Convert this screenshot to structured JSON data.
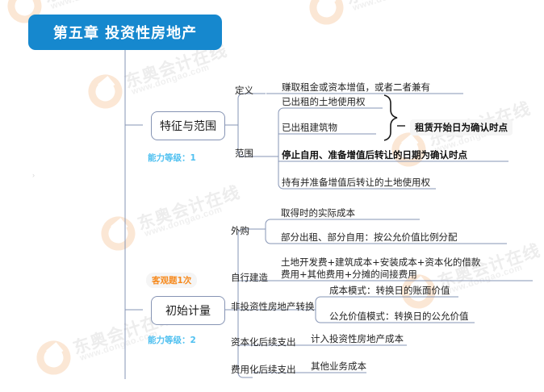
{
  "title": {
    "text": "第五章   投资性房地产",
    "color": "#1688CE"
  },
  "watermark": {
    "cn": "东奥会计在线",
    "en": "www.dongao.com"
  },
  "branches": [
    {
      "name": "特征与范围",
      "badge": {
        "text": "能力等级：1",
        "kind": "level",
        "color": "#4FC0F0"
      },
      "groups": [
        {
          "label": "定义",
          "leaves": [
            {
              "text": "赚取租金或资本增值，或者二者兼有",
              "bold": false
            }
          ]
        },
        {
          "label": "范围",
          "leaves": [
            {
              "text": "已出租的土地使用权",
              "bold": false
            },
            {
              "text": "已出租建筑物",
              "bold": false
            },
            {
              "text": "停止自用、准备增值后转让的日期为确认时点",
              "bold": true
            },
            {
              "text": "持有并准备增值后转让的土地使用权",
              "bold": false
            }
          ],
          "brace_note": "租赁开始日为确认时点"
        }
      ]
    },
    {
      "name": "初始计量",
      "badge": {
        "text": "能力等级：2",
        "kind": "level",
        "color": "#4FC0F0"
      },
      "extra_badge": {
        "text": "客观题1次",
        "kind": "objective",
        "color": "#F68A1E"
      },
      "groups": [
        {
          "label": "外购",
          "leaves": [
            {
              "text": "取得时的实际成本",
              "bold": false
            },
            {
              "text": "部分出租、部分自用：按公允价值比例分配",
              "bold": false
            }
          ]
        },
        {
          "label": "自行建造",
          "leaves": [
            {
              "text": "土地开发费+建筑成本+安装成本+资本化的借款\n费用+其他费用+分摊的间接费用",
              "bold": false,
              "multiline": true
            }
          ]
        },
        {
          "label": "非投资性房地产转换",
          "leaves": [
            {
              "text": "成本模式：转换日的账面价值",
              "bold": false
            },
            {
              "text": "公允价值模式：转换日的公允价值",
              "bold": false
            }
          ]
        },
        {
          "label": "资本化后续支出",
          "leaves": [
            {
              "text": "计入投资性房地产成本",
              "bold": false
            }
          ]
        },
        {
          "label": "费用化后续支出",
          "leaves": [
            {
              "text": "其他业务成本",
              "bold": false
            }
          ]
        }
      ]
    }
  ],
  "line_color": "#8694B4"
}
